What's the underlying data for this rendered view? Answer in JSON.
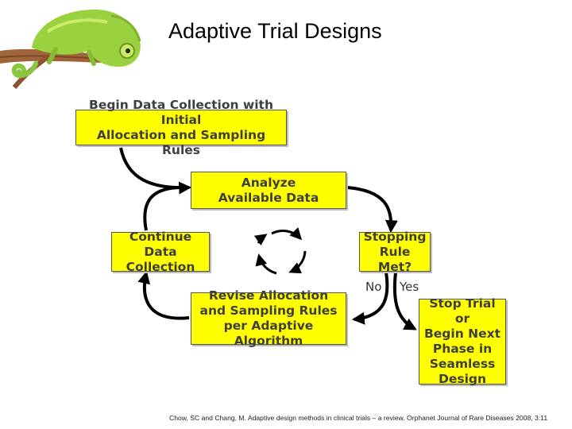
{
  "slide": {
    "title": "Adaptive Trial Designs",
    "citation": "Chow, SC and Chang, M. Adaptive design methods in clinical trials – a review. Orphanet Journal of Rare Diseases 2008, 3:11"
  },
  "logo": {
    "icon": "chameleon-icon"
  },
  "colors": {
    "box_fill": "#ffff00",
    "box_border": "#555555",
    "arrow": "#000000"
  },
  "diagram": {
    "boxes": {
      "begin": "Begin Data Collection with Initial\nAllocation and Sampling Rules",
      "analyze": "Analyze\nAvailable Data",
      "stopping": "Stopping\nRule Met?",
      "continue": "Continue Data\nCollection",
      "revise": "Revise Allocation\nand Sampling Rules\nper Adaptive Algorithm",
      "stop": "Stop Trial or\nBegin Next\nPhase in\nSeamless\nDesign"
    },
    "labels": {
      "no": "No",
      "yes": "Yes"
    },
    "center_icon": "cycle-icon"
  }
}
